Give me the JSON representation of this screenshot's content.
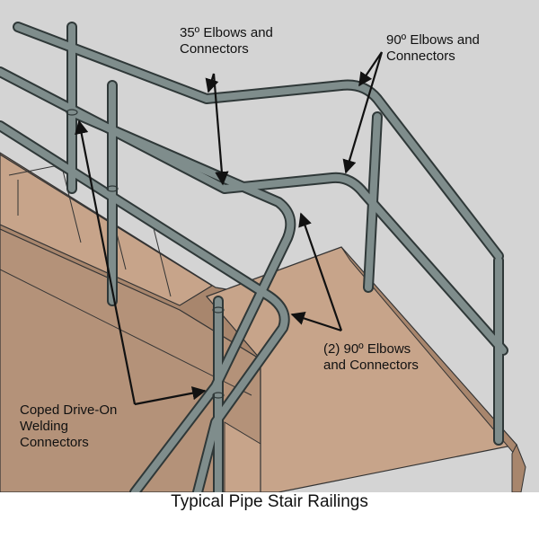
{
  "labels": {
    "elbows_35": "35º Elbows and\nConnectors",
    "elbows_90": "90º Elbows and\nConnectors",
    "elbows_90_pair": "(2) 90º Elbows\nand Connectors",
    "coped_connectors": "Coped Drive-On\nWelding\nConnectors"
  },
  "caption": "Typical Pipe Stair Railings",
  "colors": {
    "background": "#d4d4d4",
    "stair_surface": "#c7a48a",
    "stair_shadow": "#a8866d",
    "rail_pipe": "#7f8d8c",
    "rail_outline": "#2f3838",
    "arrow": "#111111"
  }
}
